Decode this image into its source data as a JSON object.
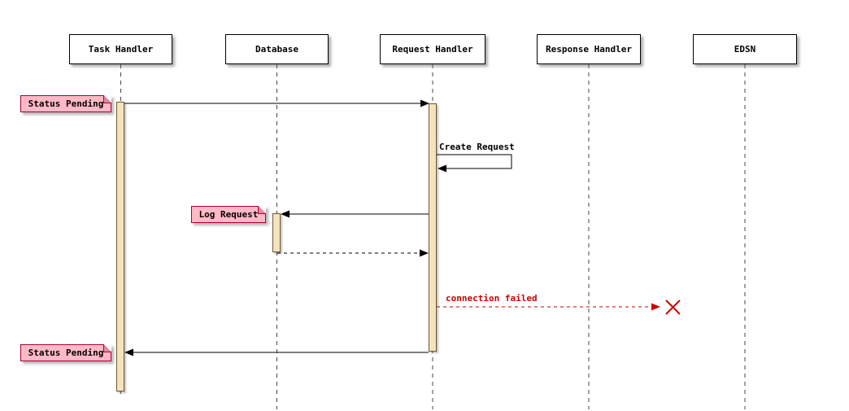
{
  "diagram": {
    "type": "uml-sequence-diagram",
    "participants": [
      {
        "label": "Task Handler"
      },
      {
        "label": "Database"
      },
      {
        "label": "Request Handler"
      },
      {
        "label": "Response Handler"
      },
      {
        "label": "EDSN"
      }
    ],
    "notes": [
      {
        "text": "Status Pending"
      },
      {
        "text": "Log Request"
      },
      {
        "text": "Status Pending"
      }
    ],
    "messages": [
      {
        "label": "Create Request",
        "style": "self-message",
        "from": "Request Handler",
        "to": "Request Handler"
      },
      {
        "label": "connection failed",
        "style": "dashed-lost-message",
        "from": "Request Handler",
        "to": "EDSN"
      }
    ],
    "colors": {
      "participant_bg": "#ffffff",
      "participant_border": "#000000",
      "note_bg": "#FFB9C6",
      "note_border": "#A80036",
      "activation_bg": "#F5E3BE",
      "lifeline": "#444444",
      "message": "#000000",
      "error": "#cc0000"
    }
  }
}
